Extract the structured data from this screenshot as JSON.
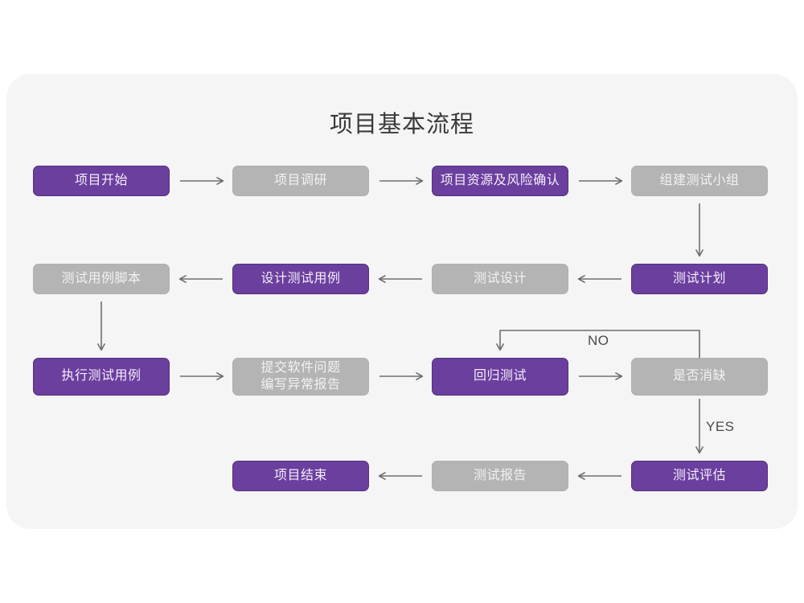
{
  "page": {
    "title": "项目基本流程",
    "card_bg": "#f5f5f5",
    "page_bg": "#ffffff"
  },
  "colors": {
    "purple": "#6b3f9e",
    "purple_border": "#56307f",
    "gray": "#b4b4b4",
    "node_text_light": "#f2f2f2",
    "connector": "#6e6e6e",
    "title_text": "#3a3a3a"
  },
  "chart_data": {
    "type": "diagram",
    "diagram_type": "flowchart",
    "title": "项目基本流程",
    "nodes": [
      {
        "id": "n1",
        "label": "项目开始",
        "style": "purple",
        "row": 1,
        "col": 1
      },
      {
        "id": "n2",
        "label": "项目调研",
        "style": "gray",
        "row": 1,
        "col": 2
      },
      {
        "id": "n3",
        "label": "项目资源及风险确认",
        "style": "purple",
        "row": 1,
        "col": 3
      },
      {
        "id": "n4",
        "label": "组建测试小组",
        "style": "gray",
        "row": 1,
        "col": 4
      },
      {
        "id": "n5",
        "label": "测试用例脚本",
        "style": "gray",
        "row": 2,
        "col": 1
      },
      {
        "id": "n6",
        "label": "设计测试用例",
        "style": "purple",
        "row": 2,
        "col": 2
      },
      {
        "id": "n7",
        "label": "测试设计",
        "style": "gray",
        "row": 2,
        "col": 3
      },
      {
        "id": "n8",
        "label": "测试计划",
        "style": "purple",
        "row": 2,
        "col": 4
      },
      {
        "id": "n9",
        "label": "执行测试用例",
        "style": "purple",
        "row": 3,
        "col": 1
      },
      {
        "id": "n10",
        "label": "提交软件问题\n编写异常报告",
        "style": "gray",
        "row": 3,
        "col": 2
      },
      {
        "id": "n11",
        "label": "回归测试",
        "style": "purple",
        "row": 3,
        "col": 3
      },
      {
        "id": "n12",
        "label": "是否消缺",
        "style": "gray",
        "row": 3,
        "col": 4
      },
      {
        "id": "n13",
        "label": "项目结束",
        "style": "purple",
        "row": 4,
        "col": 2
      },
      {
        "id": "n14",
        "label": "测试报告",
        "style": "gray",
        "row": 4,
        "col": 3
      },
      {
        "id": "n15",
        "label": "测试评估",
        "style": "purple",
        "row": 4,
        "col": 4
      }
    ],
    "edges": [
      {
        "from": "n1",
        "to": "n2",
        "dir": "right",
        "label": ""
      },
      {
        "from": "n2",
        "to": "n3",
        "dir": "right",
        "label": ""
      },
      {
        "from": "n3",
        "to": "n4",
        "dir": "right",
        "label": ""
      },
      {
        "from": "n4",
        "to": "n8",
        "dir": "down",
        "label": ""
      },
      {
        "from": "n8",
        "to": "n7",
        "dir": "left",
        "label": ""
      },
      {
        "from": "n7",
        "to": "n6",
        "dir": "left",
        "label": ""
      },
      {
        "from": "n6",
        "to": "n5",
        "dir": "left",
        "label": ""
      },
      {
        "from": "n5",
        "to": "n9",
        "dir": "down",
        "label": ""
      },
      {
        "from": "n9",
        "to": "n10",
        "dir": "right",
        "label": ""
      },
      {
        "from": "n10",
        "to": "n11",
        "dir": "right",
        "label": ""
      },
      {
        "from": "n11",
        "to": "n12",
        "dir": "right",
        "label": ""
      },
      {
        "from": "n12",
        "to": "n11",
        "dir": "up-left-down",
        "label": "NO"
      },
      {
        "from": "n12",
        "to": "n15",
        "dir": "down",
        "label": "YES"
      },
      {
        "from": "n15",
        "to": "n14",
        "dir": "left",
        "label": ""
      },
      {
        "from": "n14",
        "to": "n13",
        "dir": "left",
        "label": ""
      }
    ],
    "edge_labels": {
      "no": "NO",
      "yes": "YES"
    }
  }
}
